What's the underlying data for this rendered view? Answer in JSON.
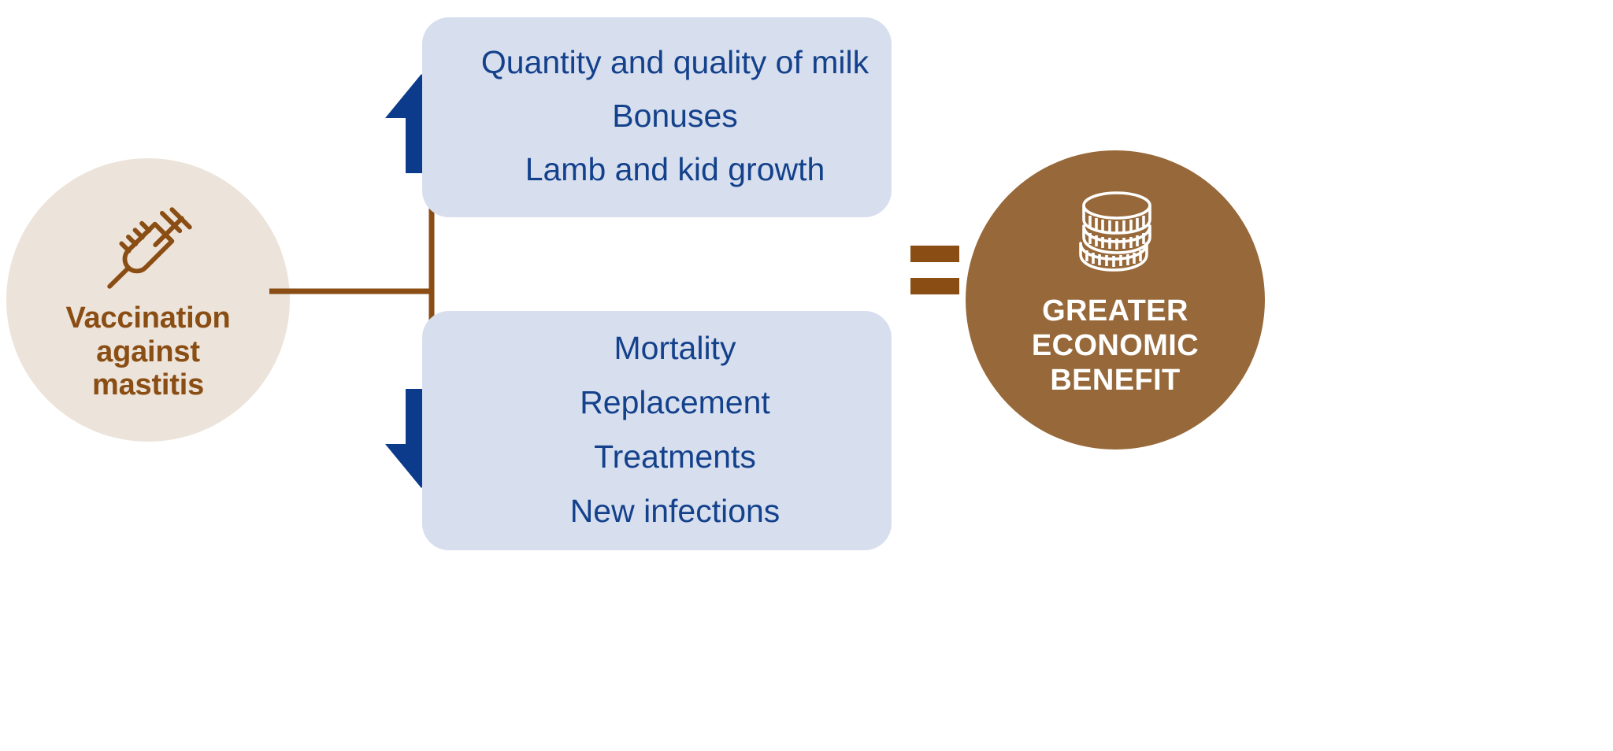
{
  "diagram": {
    "source": {
      "icon": "syringe-icon",
      "label_lines": [
        "Vaccination",
        "against",
        "mastitis"
      ],
      "bg_color": "#ece4da",
      "text_color": "#8a4d14"
    },
    "branches": [
      {
        "direction": "up",
        "arrow_icon": "arrow-up-icon",
        "arrow_color": "#0c3b8c",
        "panel_color": "#d7dfef",
        "text_color": "#14418b",
        "items": [
          "Quantity and quality of milk",
          "Bonuses",
          "Lamb and kid growth"
        ]
      },
      {
        "direction": "down",
        "arrow_icon": "arrow-down-icon",
        "arrow_color": "#0c3b8c",
        "panel_color": "#d7dfef",
        "text_color": "#14418b",
        "items": [
          "Mortality",
          "Replacement",
          "Treatments",
          "New infections"
        ]
      }
    ],
    "operator": {
      "symbol": "equals-sign",
      "color": "#8a4d14"
    },
    "result": {
      "icon": "coins-stack-icon",
      "label_lines": [
        "GREATER",
        "ECONOMIC",
        "BENEFIT"
      ],
      "bg_color": "#97693a",
      "text_color": "#ffffff"
    },
    "connector": {
      "color": "#8a4d14",
      "stroke_width": 7
    }
  }
}
